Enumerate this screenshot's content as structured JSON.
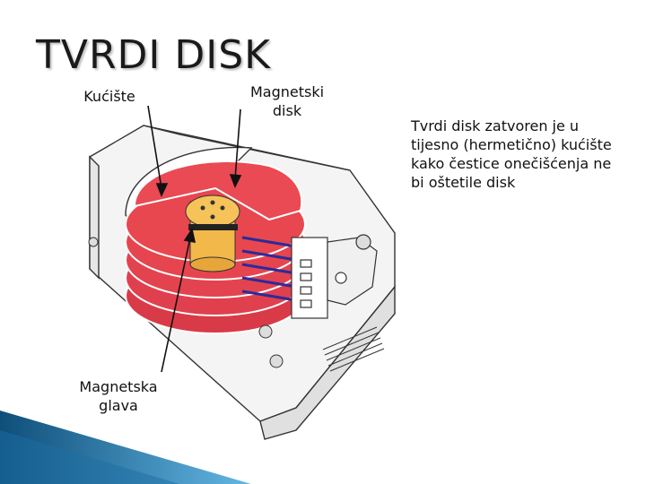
{
  "title": "TVRDI DISK",
  "labels": {
    "kuciste": "Kućište",
    "magnetski_disk": "Magnetski disk",
    "magnetska_glava": "Magnetska glava"
  },
  "description": "Tvrdi disk zatvoren je u tijesno (hermetično) kućište kako čestice onečišćenja ne bi oštetile disk",
  "colors": {
    "platter": "#e8434f",
    "spindle": "#f2b84a",
    "head": "#2b2b9a",
    "corner_accent": "#1c6ea4"
  }
}
